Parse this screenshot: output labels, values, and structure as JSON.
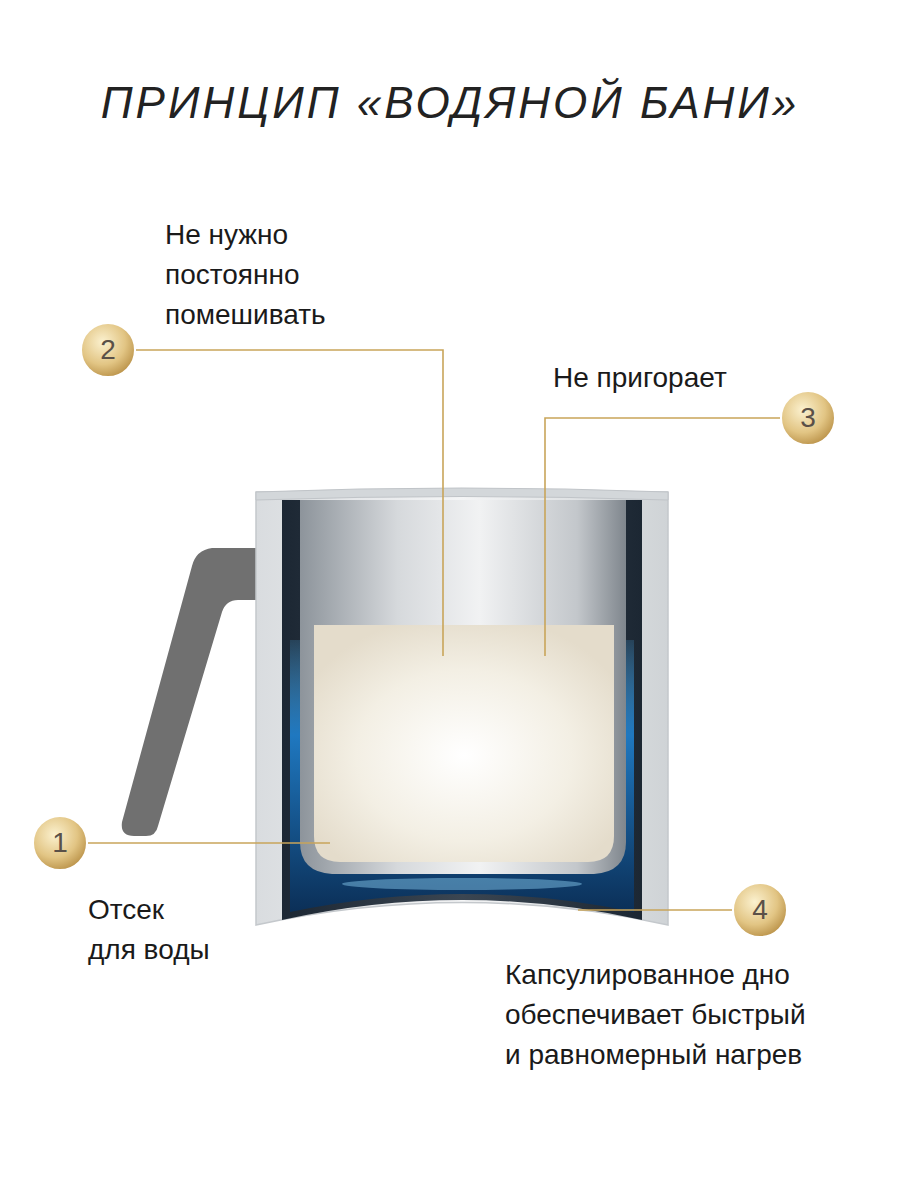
{
  "diagram": {
    "title": "ПРИНЦИП «ВОДЯНОЙ БАНИ»",
    "labels": [
      "Не нужно постоянно помешивать",
      "2",
      "Не пригорает",
      "3",
      "1",
      "Отсек для воды",
      "4",
      "Капсулированное дно обеспечивает быстрый и равномерный нагрев"
    ]
  }
}
